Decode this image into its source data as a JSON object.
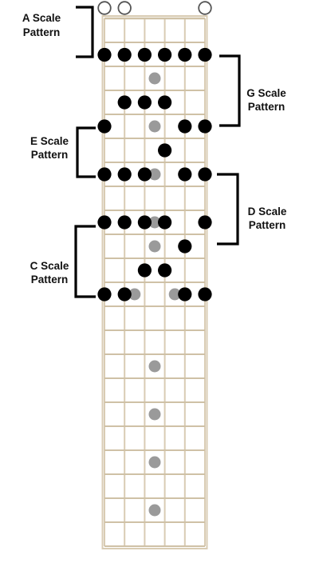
{
  "labels": {
    "a": [
      "A Scale",
      "Pattern"
    ],
    "g": [
      "G Scale",
      "Pattern"
    ],
    "e": [
      "E Scale",
      "Pattern"
    ],
    "d": [
      "D Scale",
      "Pattern"
    ],
    "c": [
      "C Scale",
      "Pattern"
    ]
  },
  "fretboard": {
    "strings": 6,
    "frets": 22,
    "board_color": "#d9ccb4",
    "fret_color": "#cfc1a6",
    "inlay_color": "#9a9a9a",
    "note_color": "#000000",
    "open_ring_color": "#555555",
    "open_strings": [
      1,
      2,
      6
    ],
    "inlays": [
      {
        "fret": 3,
        "string": 3.5
      },
      {
        "fret": 5,
        "string": 3.5
      },
      {
        "fret": 7,
        "string": 3.5
      },
      {
        "fret": 9,
        "string": 3.5
      },
      {
        "fret": 10,
        "string": 3.5
      },
      {
        "fret": 12,
        "string": 2.5
      },
      {
        "fret": 12,
        "string": 4.5
      },
      {
        "fret": 15,
        "string": 3.5
      },
      {
        "fret": 17,
        "string": 3.5
      },
      {
        "fret": 19,
        "string": 3.5
      },
      {
        "fret": 21,
        "string": 3.5
      }
    ],
    "notes": [
      {
        "fret": 2,
        "string": 1
      },
      {
        "fret": 2,
        "string": 2
      },
      {
        "fret": 2,
        "string": 3
      },
      {
        "fret": 2,
        "string": 4
      },
      {
        "fret": 2,
        "string": 5
      },
      {
        "fret": 2,
        "string": 6
      },
      {
        "fret": 4,
        "string": 2
      },
      {
        "fret": 4,
        "string": 3
      },
      {
        "fret": 4,
        "string": 4
      },
      {
        "fret": 5,
        "string": 1
      },
      {
        "fret": 5,
        "string": 5
      },
      {
        "fret": 5,
        "string": 6
      },
      {
        "fret": 6,
        "string": 4
      },
      {
        "fret": 7,
        "string": 1
      },
      {
        "fret": 7,
        "string": 2
      },
      {
        "fret": 7,
        "string": 3
      },
      {
        "fret": 7,
        "string": 5
      },
      {
        "fret": 7,
        "string": 6
      },
      {
        "fret": 9,
        "string": 1
      },
      {
        "fret": 9,
        "string": 2
      },
      {
        "fret": 9,
        "string": 3
      },
      {
        "fret": 9,
        "string": 4
      },
      {
        "fret": 9,
        "string": 6
      },
      {
        "fret": 10,
        "string": 5
      },
      {
        "fret": 11,
        "string": 3
      },
      {
        "fret": 11,
        "string": 4
      },
      {
        "fret": 12,
        "string": 1
      },
      {
        "fret": 12,
        "string": 2
      },
      {
        "fret": 12,
        "string": 5
      },
      {
        "fret": 12,
        "string": 6
      }
    ]
  }
}
